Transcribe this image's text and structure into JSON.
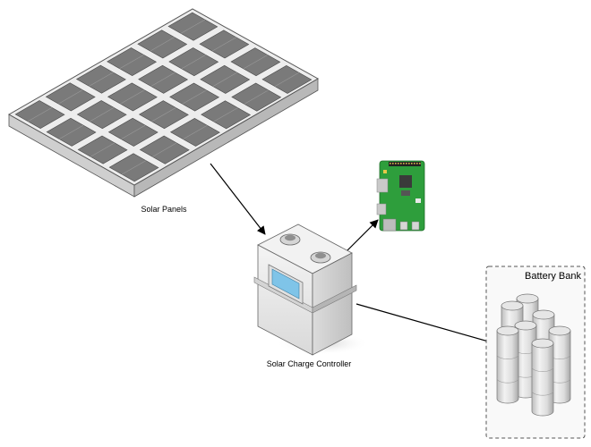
{
  "nodes": {
    "solar_panels": {
      "label": "Solar Panels"
    },
    "charge_controller": {
      "label": "Solar Charge Controller"
    },
    "raspberry_pi": {
      "label": ""
    },
    "battery_bank": {
      "label": "Battery Bank"
    }
  },
  "edges": [
    {
      "from": "solar_panels",
      "to": "charge_controller"
    },
    {
      "from": "charge_controller",
      "to": "raspberry_pi"
    },
    {
      "from": "charge_controller",
      "to": "battery_bank"
    }
  ],
  "colors": {
    "edge": "#000000",
    "panel_frame": "#e6e6e6",
    "panel_cell": "#7a7a7a",
    "board_green": "#2e9e3c",
    "group_border": "#555555"
  },
  "icons": {
    "solar_panels": "solar-panel-icon",
    "charge_controller": "charge-controller-icon",
    "raspberry_pi": "raspberry-pi-icon",
    "battery_bank": "battery-cells-icon"
  }
}
